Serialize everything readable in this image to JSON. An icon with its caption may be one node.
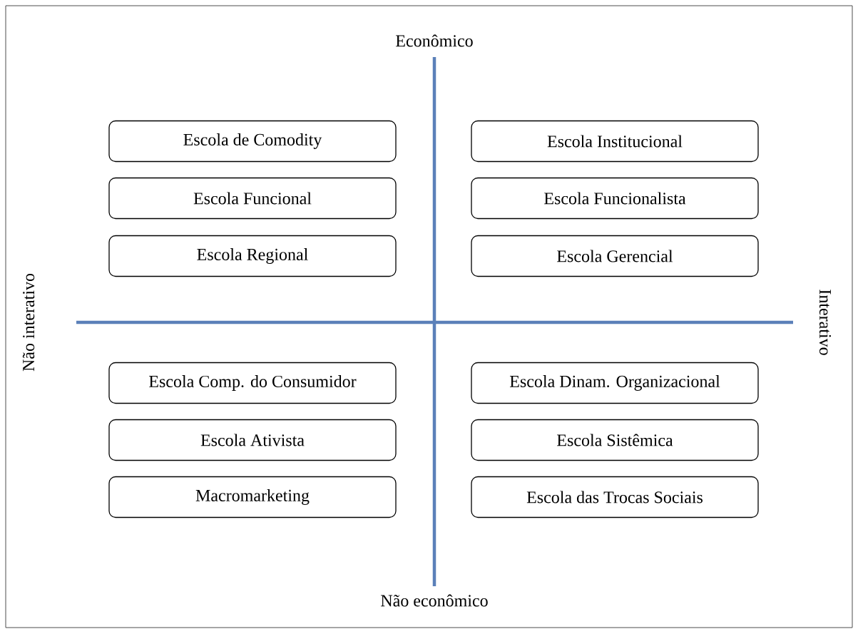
{
  "diagram": {
    "nodes": [
      {
        "text": [
          "Escola de Comodity"
        ]
      },
      {
        "text": [
          "Escola Institucional"
        ]
      },
      {
        "text": [
          "Escola Funcional"
        ]
      },
      {
        "text": [
          "Escola Funcionalista"
        ]
      },
      {
        "text": [
          "Escola Regional"
        ]
      },
      {
        "text": [
          "Escola Gerencial"
        ]
      },
      {
        "text": [
          "Escola Comp. do Consumidor"
        ]
      },
      {
        "text": [
          "Escola Dinam. Organizacional"
        ]
      },
      {
        "text": [
          "Escola Ativista"
        ]
      },
      {
        "text": [
          "Escola Sistêmica"
        ]
      },
      {
        "text": [
          "Macromarketing"
        ]
      },
      {
        "text": [
          "Escola das Trocas Sociais"
        ]
      }
    ],
    "labels": [
      "Econômico",
      "Não interativo",
      "Interativo",
      "Não econômico"
    ]
  }
}
